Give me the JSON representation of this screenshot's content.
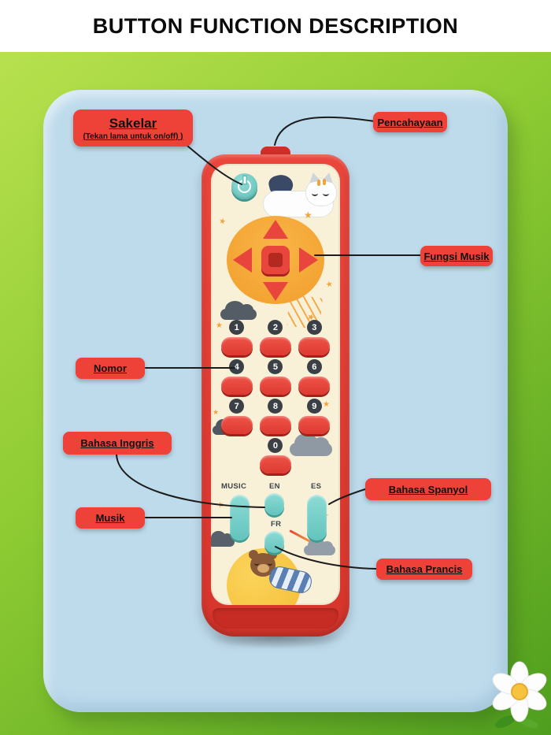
{
  "title": "BUTTON FUNCTION DESCRIPTION",
  "callouts": {
    "sakelar": {
      "label": "Sakelar",
      "sub": "(Tekan lama untuk on/off) )"
    },
    "pencahayaan": {
      "label": "Pencahayaan"
    },
    "fungsi_musik": {
      "label": "Fungsi Musik"
    },
    "nomor": {
      "label": "Nomor"
    },
    "bahasa_inggris": {
      "label": "Bahasa Inggris"
    },
    "musik": {
      "label": "Musik"
    },
    "bahasa_spanyol": {
      "label": "Bahasa Spanyol"
    },
    "bahasa_prancis": {
      "label": "Bahasa Prancis"
    }
  },
  "remote": {
    "number_keys": [
      "1",
      "2",
      "3",
      "4",
      "5",
      "6",
      "7",
      "8",
      "9",
      "0"
    ],
    "lang_labels": {
      "music": "MUSIC",
      "en": "EN",
      "es": "ES",
      "fr": "FR"
    }
  },
  "colors": {
    "accent_red": "#ee4138",
    "remote_red": "#e6423a",
    "card_blue": "#bedbec",
    "face_cream": "#f9f0d8",
    "teal_button": "#63c4bd",
    "dpad_orange": "#f19d2b",
    "green_bg_top": "#bce351",
    "green_bg_bottom": "#4f9e1e"
  }
}
